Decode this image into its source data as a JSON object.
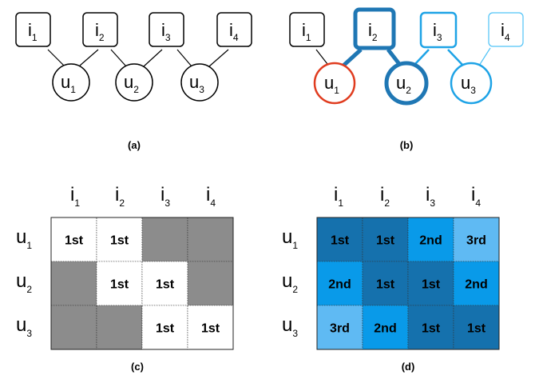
{
  "panels": {
    "a": {
      "caption": "(a)",
      "items": [
        {
          "base": "i",
          "sub": "1"
        },
        {
          "base": "i",
          "sub": "2"
        },
        {
          "base": "i",
          "sub": "3"
        },
        {
          "base": "i",
          "sub": "4"
        }
      ],
      "users": [
        {
          "base": "u",
          "sub": "1"
        },
        {
          "base": "u",
          "sub": "2"
        },
        {
          "base": "u",
          "sub": "3"
        }
      ]
    },
    "b": {
      "caption": "(b)",
      "items": [
        {
          "base": "i",
          "sub": "1",
          "color": "#000000"
        },
        {
          "base": "i",
          "sub": "2",
          "color": "#1f77b4"
        },
        {
          "base": "i",
          "sub": "3",
          "color": "#1ea3e6"
        },
        {
          "base": "i",
          "sub": "4",
          "color": "#4fc3f7"
        }
      ],
      "users": [
        {
          "base": "u",
          "sub": "1",
          "color": "#e03c1f"
        },
        {
          "base": "u",
          "sub": "2",
          "color": "#1f77b4"
        },
        {
          "base": "u",
          "sub": "3",
          "color": "#1ea3e6"
        }
      ]
    },
    "c": {
      "caption": "(c)",
      "col_headers": [
        {
          "base": "i",
          "sub": "1"
        },
        {
          "base": "i",
          "sub": "2"
        },
        {
          "base": "i",
          "sub": "3"
        },
        {
          "base": "i",
          "sub": "4"
        }
      ],
      "row_headers": [
        {
          "base": "u",
          "sub": "1"
        },
        {
          "base": "u",
          "sub": "2"
        },
        {
          "base": "u",
          "sub": "3"
        }
      ],
      "cells": [
        [
          "1st",
          "1st",
          "",
          ""
        ],
        [
          "",
          "1st",
          "1st",
          ""
        ],
        [
          "",
          "",
          "1st",
          "1st"
        ]
      ]
    },
    "d": {
      "caption": "(d)",
      "col_headers": [
        {
          "base": "i",
          "sub": "1"
        },
        {
          "base": "i",
          "sub": "2"
        },
        {
          "base": "i",
          "sub": "3"
        },
        {
          "base": "i",
          "sub": "4"
        }
      ],
      "row_headers": [
        {
          "base": "u",
          "sub": "1"
        },
        {
          "base": "u",
          "sub": "2"
        },
        {
          "base": "u",
          "sub": "3"
        }
      ],
      "cells": [
        [
          "1st",
          "1st",
          "2nd",
          "3rd"
        ],
        [
          "2nd",
          "1st",
          "1st",
          "2nd"
        ],
        [
          "3rd",
          "2nd",
          "1st",
          "1st"
        ]
      ]
    }
  },
  "colors": {
    "rank_1st": "#1571ad",
    "rank_2nd": "#099ae9",
    "rank_3rd": "#5fbaf3",
    "masked_cell": "#8c8c8c",
    "open_cell": "#ffffff"
  }
}
